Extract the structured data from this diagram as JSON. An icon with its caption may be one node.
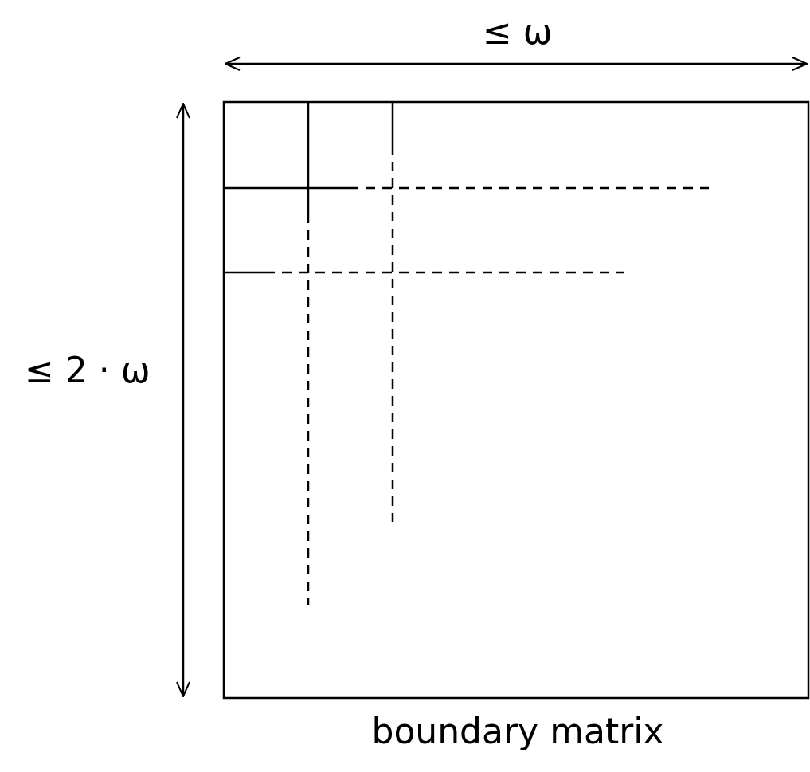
{
  "diagram": {
    "caption": "boundary matrix",
    "labels": [
      "≤ ω",
      "≤ 2 · ω"
    ]
  }
}
